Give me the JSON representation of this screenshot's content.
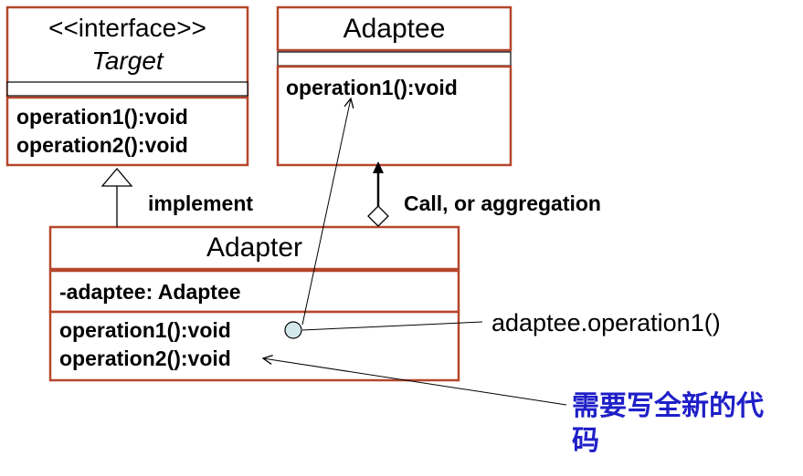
{
  "target_class": {
    "stereotype": "<<interface>>",
    "name": "Target",
    "methods": [
      "operation1():void",
      "operation2():void"
    ]
  },
  "adaptee_class": {
    "name": "Adaptee",
    "methods": [
      "operation1():void"
    ]
  },
  "adapter_class": {
    "name": "Adapter",
    "attributes": [
      "-adaptee: Adaptee"
    ],
    "methods": [
      "operation1():void",
      "operation2():void"
    ]
  },
  "relations": {
    "implement_label": "implement",
    "aggregation_label": "Call, or aggregation"
  },
  "notes": {
    "call_expression": "adaptee.operation1()",
    "new_code_line1": "需要写全新的代",
    "new_code_line2": "码"
  },
  "colors": {
    "box_border": "#b5472c",
    "note_blue": "#1f1fc8"
  }
}
